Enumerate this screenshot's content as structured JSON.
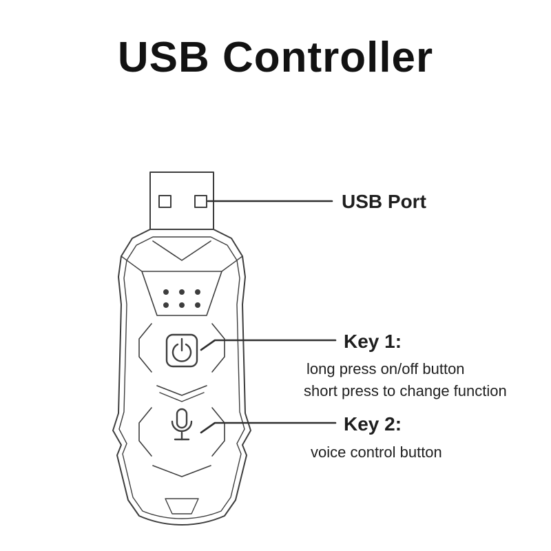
{
  "page": {
    "title": "USB Controller",
    "background": "#ffffff"
  },
  "annotations": {
    "usb_port": {
      "label": "USB Port"
    },
    "key1": {
      "label": "Key 1:",
      "desc1": "long press on/off button",
      "desc2": "short press to change function"
    },
    "key2": {
      "label": "Key 2:",
      "desc": "voice control button"
    }
  },
  "icons": {
    "key1": "power-icon",
    "key2": "microphone-icon",
    "indicator": "led-dots"
  },
  "colors": {
    "ink": "#121212",
    "label_text": "#1e1e1e",
    "line_art": "#3d3d3d",
    "leader_line": "#2f2f2f"
  }
}
